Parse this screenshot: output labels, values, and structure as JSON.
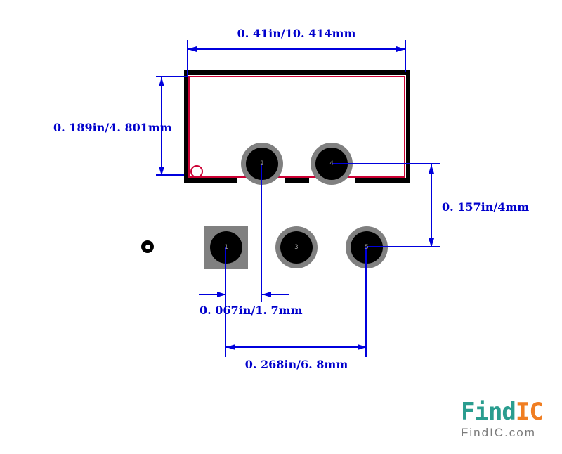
{
  "page": {
    "background": "#ffffff"
  },
  "colors": {
    "dimension_blue": "#0000dd",
    "dimension_text_blue": "#0000cc",
    "outline_black": "#000000",
    "courtyard_red": "#cc0033",
    "pad_annular_gray": "#808080",
    "pad_hole_black": "#000000",
    "logo_teal": "#2a9d8f",
    "logo_orange": "#f07e22",
    "logo_site_gray": "#7b7b7b"
  },
  "footprint": {
    "pads": [
      {
        "number": "1",
        "shape": "square"
      },
      {
        "number": "2",
        "shape": "round"
      },
      {
        "number": "3",
        "shape": "round"
      },
      {
        "number": "4",
        "shape": "round"
      },
      {
        "number": "5",
        "shape": "round"
      }
    ]
  },
  "dimensions": {
    "body_width": {
      "label": "0. 41in/10. 414mm"
    },
    "body_height": {
      "label": "0. 189in/4. 801mm"
    },
    "row_spacing": {
      "label": "0. 157in/4mm"
    },
    "pad_pitch": {
      "label": "0. 067in/1. 7mm"
    },
    "row_span": {
      "label": "0. 268in/6. 8mm"
    }
  },
  "logo": {
    "brand_part1": "Find",
    "brand_part2": "IC",
    "website": "FindIC.com"
  }
}
